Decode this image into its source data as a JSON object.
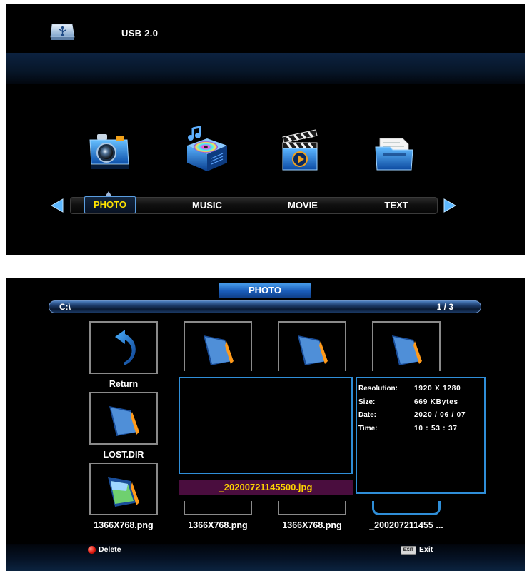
{
  "home": {
    "device_label": "USB 2.0",
    "device_icon": "usb-drive-icon",
    "categories": [
      {
        "label": "PHOTO",
        "icon": "camera-icon",
        "selected": true
      },
      {
        "label": "MUSIC",
        "icon": "music-box-icon",
        "selected": false
      },
      {
        "label": "MOVIE",
        "icon": "clapperboard-icon",
        "selected": false
      },
      {
        "label": "TEXT",
        "icon": "document-folder-icon",
        "selected": false
      }
    ],
    "selected_color": "#ffe400"
  },
  "browser": {
    "title": "PHOTO",
    "path": "C:\\",
    "page": "1 / 3",
    "items": [
      {
        "label": "Return",
        "icon": "return-arrow-icon"
      },
      {
        "label": "",
        "icon": "folder-icon"
      },
      {
        "label": "",
        "icon": "folder-icon"
      },
      {
        "label": "",
        "icon": "folder-icon"
      },
      {
        "label": "LOST.DIR",
        "icon": "folder-icon"
      },
      {
        "label": "1366X768.png",
        "icon": "image-folder-icon"
      },
      {
        "label": "1366X768.png",
        "icon": "image-file-icon"
      },
      {
        "label": "1366X768.png",
        "icon": "image-file-icon"
      },
      {
        "label": "_200207211455 ...",
        "icon": "image-file-icon"
      }
    ],
    "selected_file": "_20200721145500.jpg",
    "info": [
      {
        "key": "Resolution:",
        "value": "1920 X 1280"
      },
      {
        "key": "Size:",
        "value": "669 KBytes"
      },
      {
        "key": "Date:",
        "value": "2020 / 06 / 07"
      },
      {
        "key": "Time:",
        "value": "10 : 53 : 37"
      }
    ],
    "footer": {
      "delete_label": "Delete",
      "exit_key": "EXIT",
      "exit_label": "Exit"
    }
  }
}
